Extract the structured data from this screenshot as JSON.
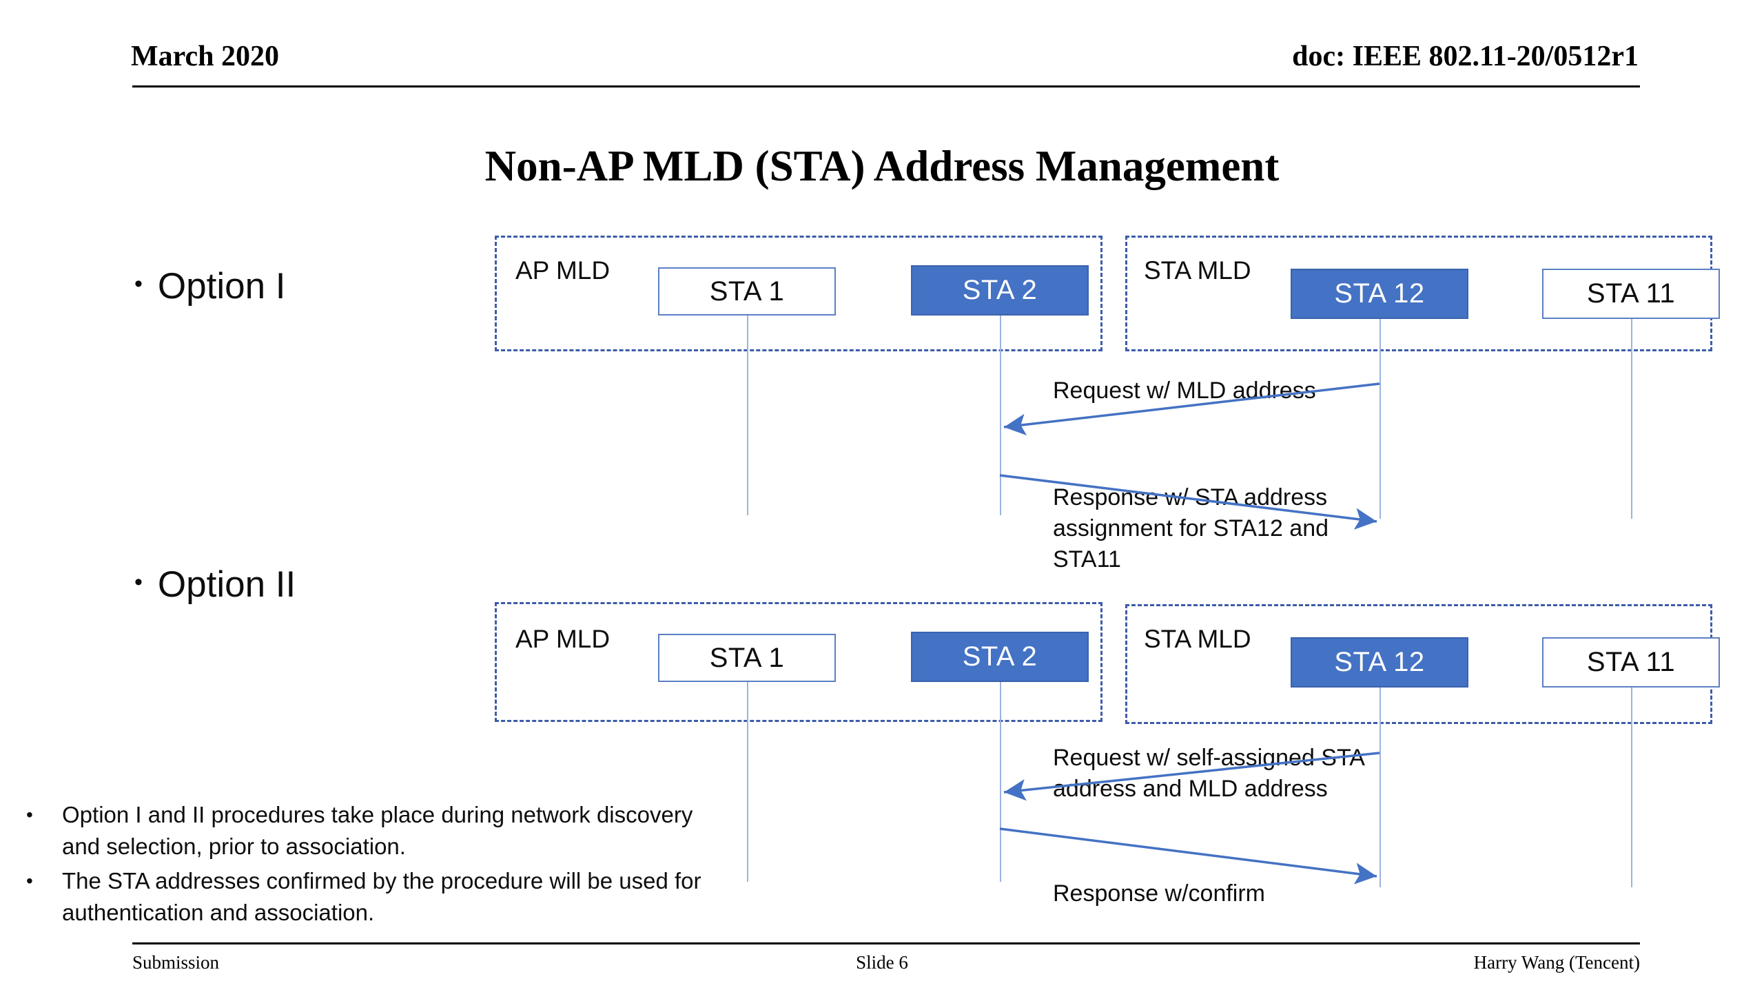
{
  "header": {
    "date": "March 2020",
    "doc": "doc: IEEE 802.11-20/0512r1"
  },
  "title": "Non-AP MLD (STA) Address Management",
  "bullet_glyph": "•",
  "options": [
    {
      "label": "Option I",
      "ap_mld": {
        "caption": "AP MLD",
        "nodes": [
          {
            "label": "STA 1",
            "style": "plain"
          },
          {
            "label": "STA 2",
            "style": "filled"
          }
        ]
      },
      "sta_mld": {
        "caption": "STA MLD",
        "nodes": [
          {
            "label": "STA 12",
            "style": "filled"
          },
          {
            "label": "STA 11",
            "style": "plain"
          }
        ]
      },
      "messages": [
        {
          "text": "Request w/ MLD address",
          "direction": "right-to-left"
        },
        {
          "text": "Response w/ STA address\nassignment for STA12 and\nSTA11",
          "direction": "left-to-right"
        }
      ]
    },
    {
      "label": "Option II",
      "ap_mld": {
        "caption": "AP MLD",
        "nodes": [
          {
            "label": "STA 1",
            "style": "plain"
          },
          {
            "label": "STA 2",
            "style": "filled"
          }
        ]
      },
      "sta_mld": {
        "caption": "STA MLD",
        "nodes": [
          {
            "label": "STA 12",
            "style": "filled"
          },
          {
            "label": "STA 11",
            "style": "plain"
          }
        ]
      },
      "messages": [
        {
          "text": "Request w/ self-assigned STA\naddress and MLD address",
          "direction": "right-to-left"
        },
        {
          "text": "Response w/confirm",
          "direction": "left-to-right"
        }
      ]
    }
  ],
  "notes": [
    "Option I and II procedures take place during network discovery and selection, prior to association.",
    "The STA addresses confirmed by the procedure will be used for authentication and association."
  ],
  "footer": {
    "left": "Submission",
    "center": "Slide 6",
    "right": "Harry Wang (Tencent)"
  },
  "colors": {
    "accent_fill": "#4472c4",
    "node_border": "#5b7fc4",
    "container_border": "#3c5ca8",
    "lifeline": "#9bb3de",
    "arrow": "#4472c4",
    "text": "#0d0d0d"
  }
}
